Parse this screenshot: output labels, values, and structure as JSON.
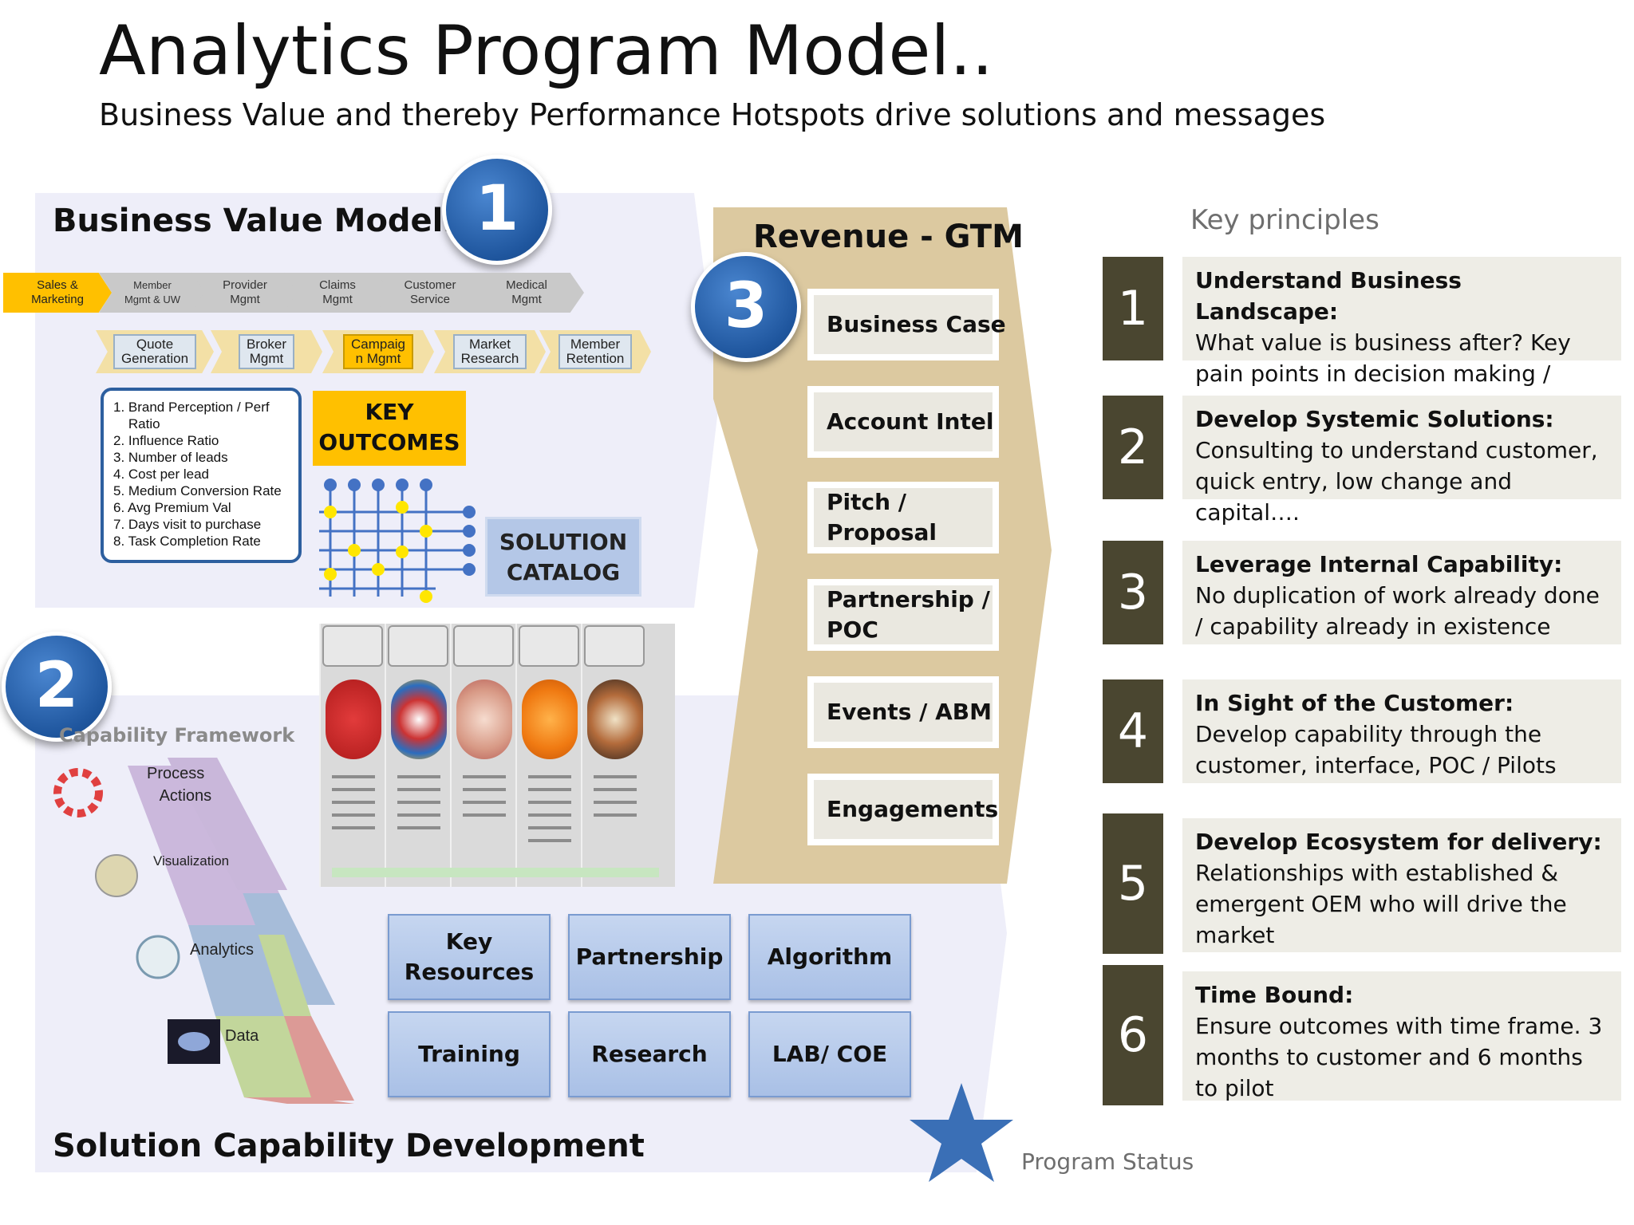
{
  "title": "Analytics Program Model..",
  "subtitle": "Business Value and thereby Performance Hotspots drive solutions and messages",
  "section1": {
    "title": "Business Value Modeling.",
    "number": "1",
    "chevrons_top": [
      "Sales &\nMarketing",
      "Member\nMgmt & UW",
      "Provider\nMgmt",
      "Claims\nMgmt",
      "Customer\nService",
      "Medical\nMgmt"
    ],
    "chevrons_mid": [
      "Quote\nGeneration",
      "Broker\nMgmt",
      "Campaig\nn Mgmt",
      "Market\nResearch",
      "Member\nRetention"
    ],
    "kpis": [
      "1. Brand Perception / Perf",
      "    Ratio",
      "2. Influence Ratio",
      "3. Number of leads",
      "4. Cost per lead",
      "5. Medium Conversion Rate",
      "6. Avg  Premium Val",
      "7. Days visit to purchase",
      "8. Task Completion Rate"
    ],
    "key_outcomes": "KEY\nOUTCOMES",
    "solution_catalog": "SOLUTION\nCATALOG"
  },
  "section3": {
    "title": "Revenue - GTM",
    "number": "3",
    "items": [
      "Business Case",
      "Account Intel",
      "Pitch /\nProposal",
      "Partnership /\nPOC",
      "Events / ABM",
      "Engagements"
    ]
  },
  "section2": {
    "number": "2",
    "framework_label": "Capability Framework",
    "framework_items": [
      "Process\n   Actions",
      "Visualization",
      "Analytics",
      "Data"
    ],
    "buttons": [
      "Key\nResources",
      "Partnership",
      "Algorithm",
      "Training",
      "Research",
      "LAB/ COE"
    ],
    "title": "Solution Capability Development"
  },
  "key_principles": {
    "label": "Key principles",
    "items": [
      {
        "num": "1",
        "heading": "Understand  Business  Landscape:",
        "body": "What value is business after? Key pain points in decision making / operations"
      },
      {
        "num": "2",
        "heading": "Develop Systemic Solutions:",
        "body": "Consulting to understand customer, quick entry, low change and capital…."
      },
      {
        "num": "3",
        "heading": "Leverage Internal Capability:",
        "body": "No duplication of work already done / capability already in existence"
      },
      {
        "num": "4",
        "heading": "In Sight of the Customer:",
        "body": "Develop capability through the customer, interface, POC / Pilots"
      },
      {
        "num": "5",
        "heading": "Develop Ecosystem for delivery:",
        "body": "Relationships with established & emergent OEM who will drive the market"
      },
      {
        "num": "6",
        "heading": "Time Bound:",
        "body": "Ensure outcomes with time frame. 3 months to customer and 6 months to pilot"
      }
    ]
  },
  "program_status": "Program Status",
  "colors": {
    "accent_blue": "#1f569e",
    "gold": "#ffc000",
    "olive": "#4a4630",
    "tan": "#dfcfa8"
  }
}
